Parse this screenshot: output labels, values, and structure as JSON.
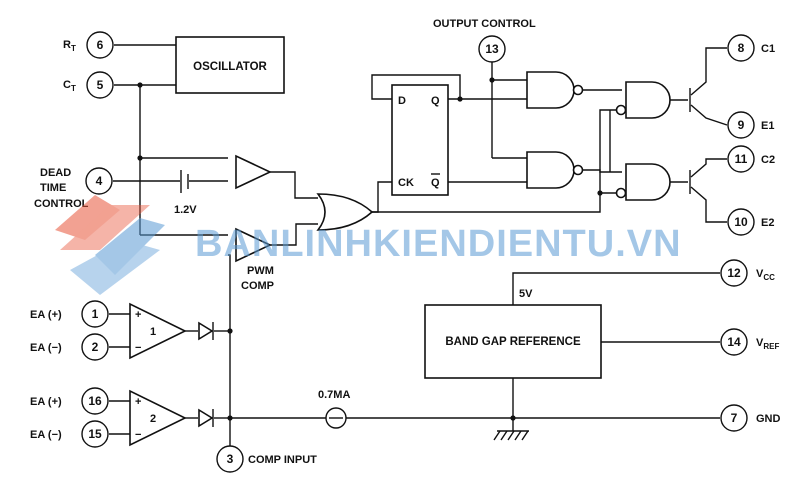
{
  "pins": [
    {
      "n": "6",
      "label": "R",
      "sub": "T"
    },
    {
      "n": "5",
      "label": "C",
      "sub": "T"
    },
    {
      "n": "4",
      "label": "DEAD TIME CONTROL"
    },
    {
      "n": "1",
      "label": "EA (+)"
    },
    {
      "n": "2",
      "label": "EA (−)"
    },
    {
      "n": "16",
      "label": "EA (+)"
    },
    {
      "n": "15",
      "label": "EA (−)"
    },
    {
      "n": "3",
      "label": "COMP INPUT"
    },
    {
      "n": "13",
      "label": "OUTPUT CONTROL"
    },
    {
      "n": "8",
      "label": "C1"
    },
    {
      "n": "9",
      "label": "E1"
    },
    {
      "n": "11",
      "label": "C2"
    },
    {
      "n": "10",
      "label": "E2"
    },
    {
      "n": "12",
      "label": "V",
      "sub": "CC"
    },
    {
      "n": "14",
      "label": "V",
      "sub": "REF"
    },
    {
      "n": "7",
      "label": "GND"
    }
  ],
  "dead_time": {
    "line1": "DEAD",
    "line2": "TIME",
    "line3": "CONTROL"
  },
  "blocks": {
    "oscillator": "OSCILLATOR",
    "band_gap": "BAND GAP REFERENCE",
    "flipflop": {
      "d": "D",
      "q": "Q",
      "ck": "CK",
      "qbar": "Q"
    }
  },
  "labels": {
    "pwm_comp_1": "PWM",
    "pwm_comp_2": "COMP",
    "voltage_1v2": "1.2V",
    "vref_5v": "5V",
    "current_source": "0.7MA",
    "ea1_num": "1",
    "ea2_num": "2",
    "plus": "+",
    "minus": "−"
  },
  "watermark": "BANLINHKIENDIENTU.VN"
}
